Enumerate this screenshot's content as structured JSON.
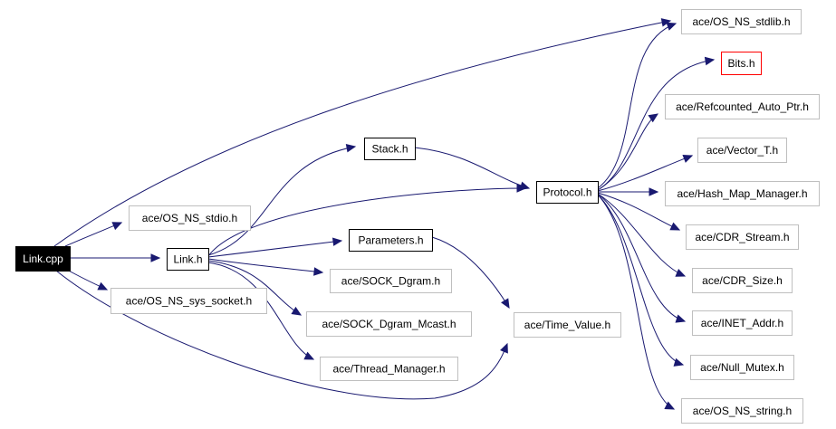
{
  "diagram": {
    "colors": {
      "edge": "#191970",
      "root_fill": "#000000",
      "root_text": "#ffffff",
      "node_border": "#000000",
      "external_border": "#bfbfbf",
      "highlight_border": "#ff0000",
      "node_fill": "#ffffff",
      "text": "#000000"
    },
    "nodes": [
      {
        "id": "link_cpp",
        "label": "Link.cpp",
        "style": "root"
      },
      {
        "id": "os_ns_stdio",
        "label": "ace/OS_NS_stdio.h",
        "style": "external"
      },
      {
        "id": "link_h",
        "label": "Link.h",
        "style": "internal"
      },
      {
        "id": "os_ns_sys_socket",
        "label": "ace/OS_NS_sys_socket.h",
        "style": "external"
      },
      {
        "id": "stack_h",
        "label": "Stack.h",
        "style": "internal"
      },
      {
        "id": "parameters_h",
        "label": "Parameters.h",
        "style": "internal"
      },
      {
        "id": "sock_dgram",
        "label": "ace/SOCK_Dgram.h",
        "style": "external"
      },
      {
        "id": "sock_dgram_mcast",
        "label": "ace/SOCK_Dgram_Mcast.h",
        "style": "external"
      },
      {
        "id": "thread_manager",
        "label": "ace/Thread_Manager.h",
        "style": "external"
      },
      {
        "id": "protocol_h",
        "label": "Protocol.h",
        "style": "internal"
      },
      {
        "id": "time_value",
        "label": "ace/Time_Value.h",
        "style": "external"
      },
      {
        "id": "os_ns_stdlib",
        "label": "ace/OS_NS_stdlib.h",
        "style": "external"
      },
      {
        "id": "bits_h",
        "label": "Bits.h",
        "style": "highlight"
      },
      {
        "id": "refcounted_auto_ptr",
        "label": "ace/Refcounted_Auto_Ptr.h",
        "style": "external"
      },
      {
        "id": "vector_t",
        "label": "ace/Vector_T.h",
        "style": "external"
      },
      {
        "id": "hash_map_manager",
        "label": "ace/Hash_Map_Manager.h",
        "style": "external"
      },
      {
        "id": "cdr_stream",
        "label": "ace/CDR_Stream.h",
        "style": "external"
      },
      {
        "id": "cdr_size",
        "label": "ace/CDR_Size.h",
        "style": "external"
      },
      {
        "id": "inet_addr",
        "label": "ace/INET_Addr.h",
        "style": "external"
      },
      {
        "id": "null_mutex",
        "label": "ace/Null_Mutex.h",
        "style": "external"
      },
      {
        "id": "os_ns_string",
        "label": "ace/OS_NS_string.h",
        "style": "external"
      }
    ],
    "edges": [
      {
        "from": "link_cpp",
        "to": "os_ns_stdlib"
      },
      {
        "from": "link_cpp",
        "to": "os_ns_stdio"
      },
      {
        "from": "link_cpp",
        "to": "link_h"
      },
      {
        "from": "link_cpp",
        "to": "os_ns_sys_socket"
      },
      {
        "from": "link_cpp",
        "to": "time_value"
      },
      {
        "from": "link_h",
        "to": "stack_h"
      },
      {
        "from": "link_h",
        "to": "protocol_h"
      },
      {
        "from": "link_h",
        "to": "parameters_h"
      },
      {
        "from": "link_h",
        "to": "sock_dgram"
      },
      {
        "from": "link_h",
        "to": "sock_dgram_mcast"
      },
      {
        "from": "link_h",
        "to": "thread_manager"
      },
      {
        "from": "stack_h",
        "to": "protocol_h"
      },
      {
        "from": "parameters_h",
        "to": "time_value"
      },
      {
        "from": "protocol_h",
        "to": "os_ns_stdlib"
      },
      {
        "from": "protocol_h",
        "to": "bits_h"
      },
      {
        "from": "protocol_h",
        "to": "refcounted_auto_ptr"
      },
      {
        "from": "protocol_h",
        "to": "vector_t"
      },
      {
        "from": "protocol_h",
        "to": "hash_map_manager"
      },
      {
        "from": "protocol_h",
        "to": "cdr_stream"
      },
      {
        "from": "protocol_h",
        "to": "cdr_size"
      },
      {
        "from": "protocol_h",
        "to": "inet_addr"
      },
      {
        "from": "protocol_h",
        "to": "null_mutex"
      },
      {
        "from": "protocol_h",
        "to": "os_ns_string"
      }
    ]
  }
}
